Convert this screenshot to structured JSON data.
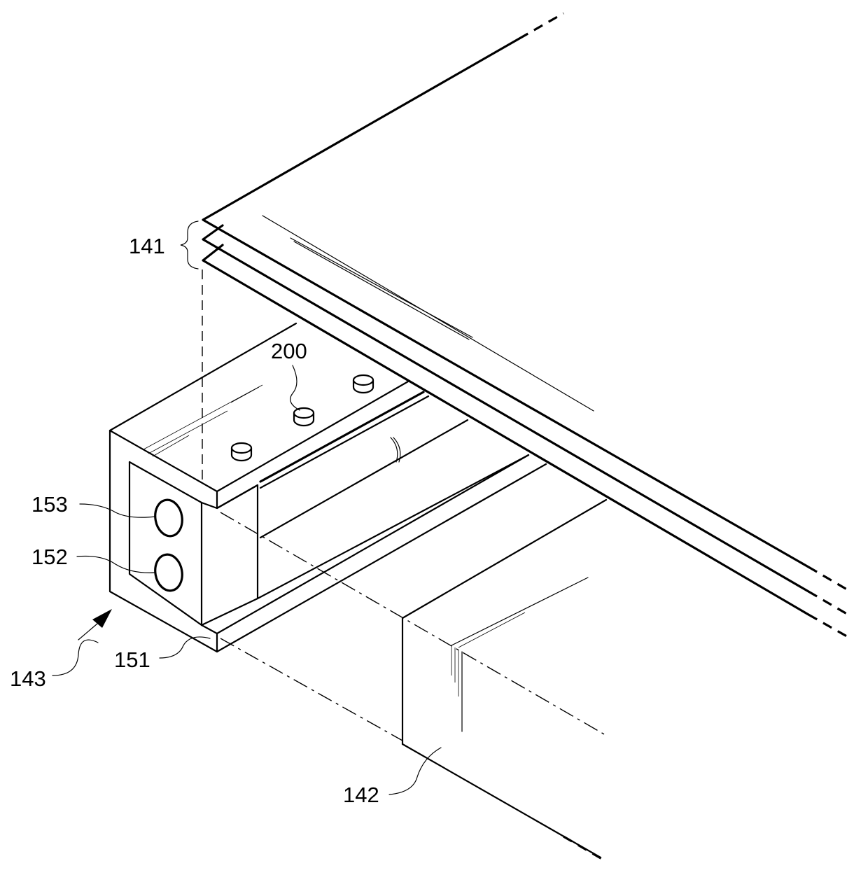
{
  "labels": {
    "l141": "141",
    "l200": "200",
    "l153": "153",
    "l152": "152",
    "l151": "151",
    "l143": "143",
    "l142": "142"
  }
}
